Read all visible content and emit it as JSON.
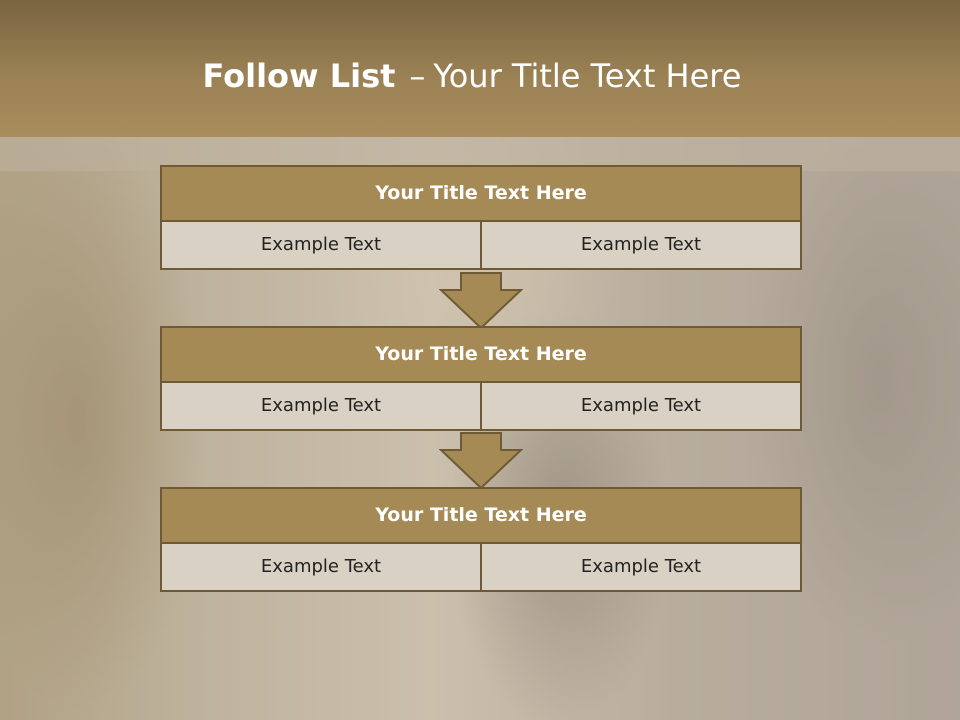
{
  "slide": {
    "title_bold": "Follow List",
    "title_dash": "–",
    "title_rest": "Your Title Text Here"
  },
  "blocks": [
    {
      "title": "Your Title Text Here",
      "left": "Example Text",
      "right": "Example Text"
    },
    {
      "title": "Your Title Text Here",
      "left": "Example Text",
      "right": "Example Text"
    },
    {
      "title": "Your Title Text Here",
      "left": "Example Text",
      "right": "Example Text"
    }
  ],
  "colors": {
    "header": "#9a8154",
    "block_title": "#a58a55",
    "block_cell": "#d9d2c4",
    "border": "#6e5a34",
    "arrow": "#a58a55"
  },
  "icons": [
    "down-arrow-icon"
  ]
}
